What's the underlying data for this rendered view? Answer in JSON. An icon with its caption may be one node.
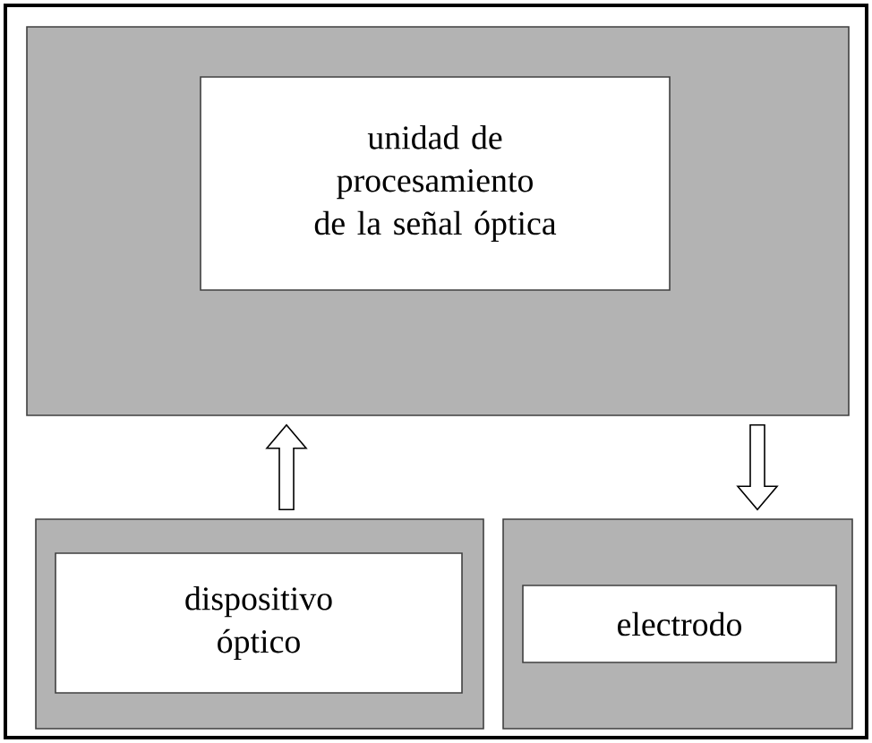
{
  "diagram": {
    "nodes": [
      {
        "text": [],
        "shape": "box"
      },
      {
        "text": [
          "unidad de procesamiento de la señal óptica"
        ],
        "in": 0
      },
      {
        "text": [],
        "shape": "box"
      },
      {
        "text": [
          "dispositivo óptico"
        ],
        "in": 2
      },
      {
        "text": [],
        "shape": "box"
      },
      {
        "text": [
          "electrodo"
        ],
        "in": 4
      }
    ],
    "edges": [
      {
        "from": 2,
        "to": 0,
        "arrow": "to"
      },
      {
        "from": 0,
        "to": 4,
        "arrow": "to"
      }
    ]
  }
}
